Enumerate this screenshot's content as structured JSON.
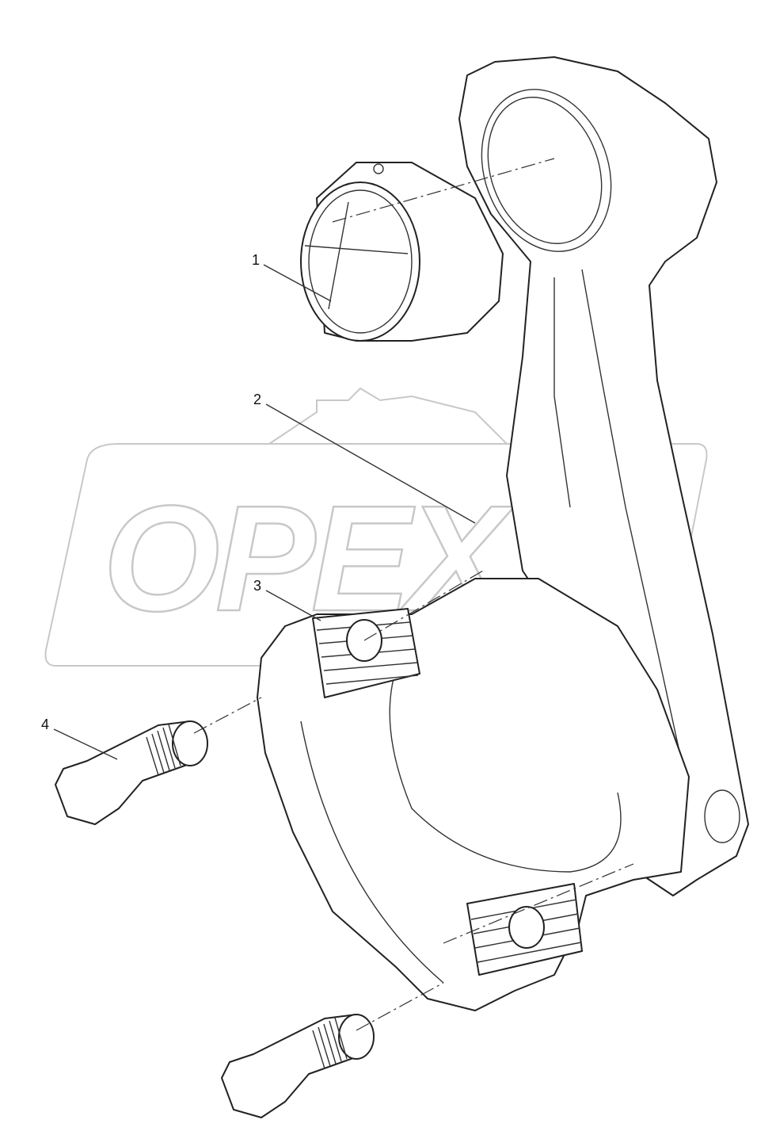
{
  "watermark": {
    "text": "OPEX"
  },
  "callouts": [
    {
      "label": "1"
    },
    {
      "label": "2"
    },
    {
      "label": "3"
    },
    {
      "label": "4"
    }
  ]
}
